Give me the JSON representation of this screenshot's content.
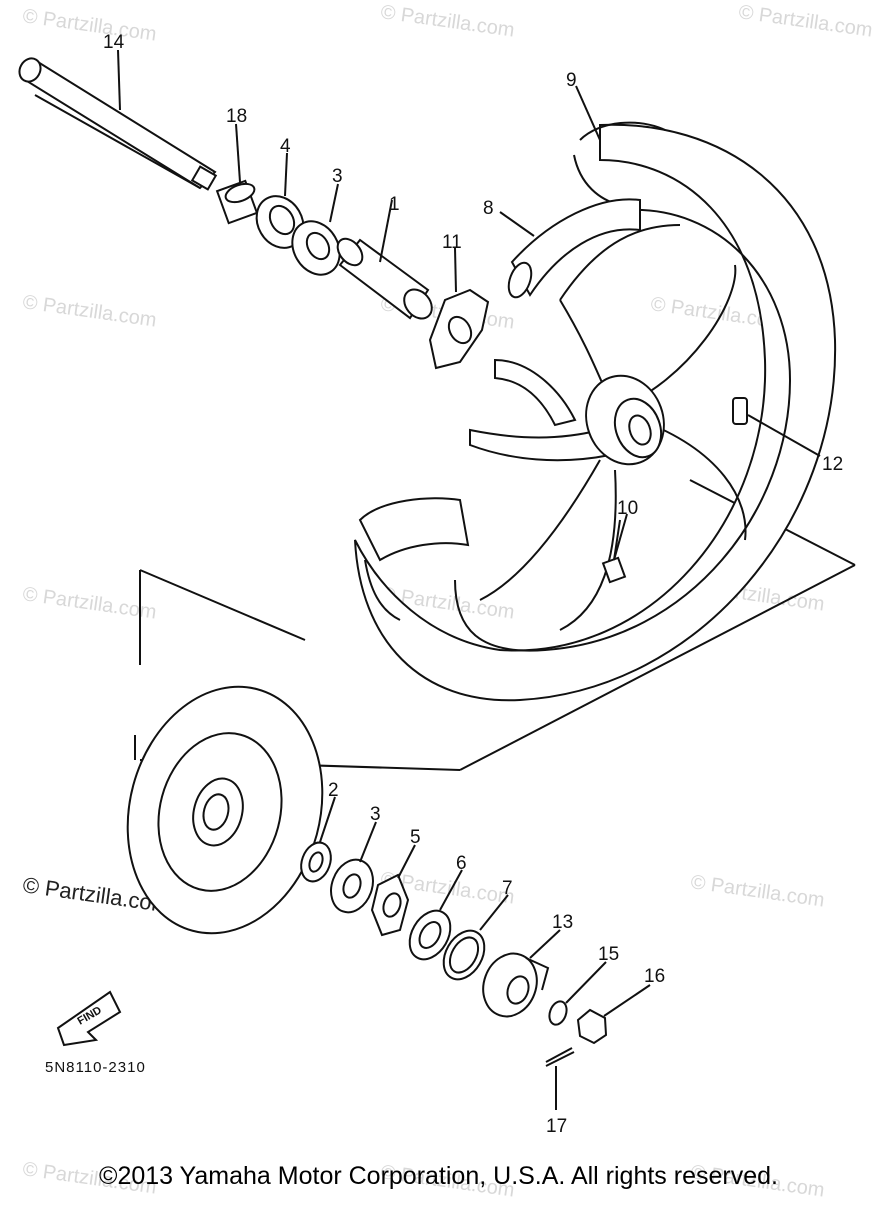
{
  "diagram": {
    "callouts": [
      {
        "id": "callout-1",
        "text": "1"
      },
      {
        "id": "callout-2",
        "text": "2"
      },
      {
        "id": "callout-3a",
        "text": "3"
      },
      {
        "id": "callout-3b",
        "text": "3"
      },
      {
        "id": "callout-4",
        "text": "4"
      },
      {
        "id": "callout-5",
        "text": "5"
      },
      {
        "id": "callout-6",
        "text": "6"
      },
      {
        "id": "callout-7",
        "text": "7"
      },
      {
        "id": "callout-8",
        "text": "8"
      },
      {
        "id": "callout-9",
        "text": "9"
      },
      {
        "id": "callout-10",
        "text": "10"
      },
      {
        "id": "callout-11",
        "text": "11"
      },
      {
        "id": "callout-12",
        "text": "12"
      },
      {
        "id": "callout-13",
        "text": "13"
      },
      {
        "id": "callout-14",
        "text": "14"
      },
      {
        "id": "callout-15",
        "text": "15"
      },
      {
        "id": "callout-16",
        "text": "16"
      },
      {
        "id": "callout-17",
        "text": "17"
      },
      {
        "id": "callout-18",
        "text": "18"
      }
    ],
    "find_label": "FIND",
    "diagram_code": "5N8110-2310"
  },
  "watermark": {
    "faint": "© Partzilla.com",
    "dark": "© Partzilla.com"
  },
  "footer": {
    "copyright": "©2013 Yamaha Motor Corporation, U.S.A. All rights reserved."
  }
}
